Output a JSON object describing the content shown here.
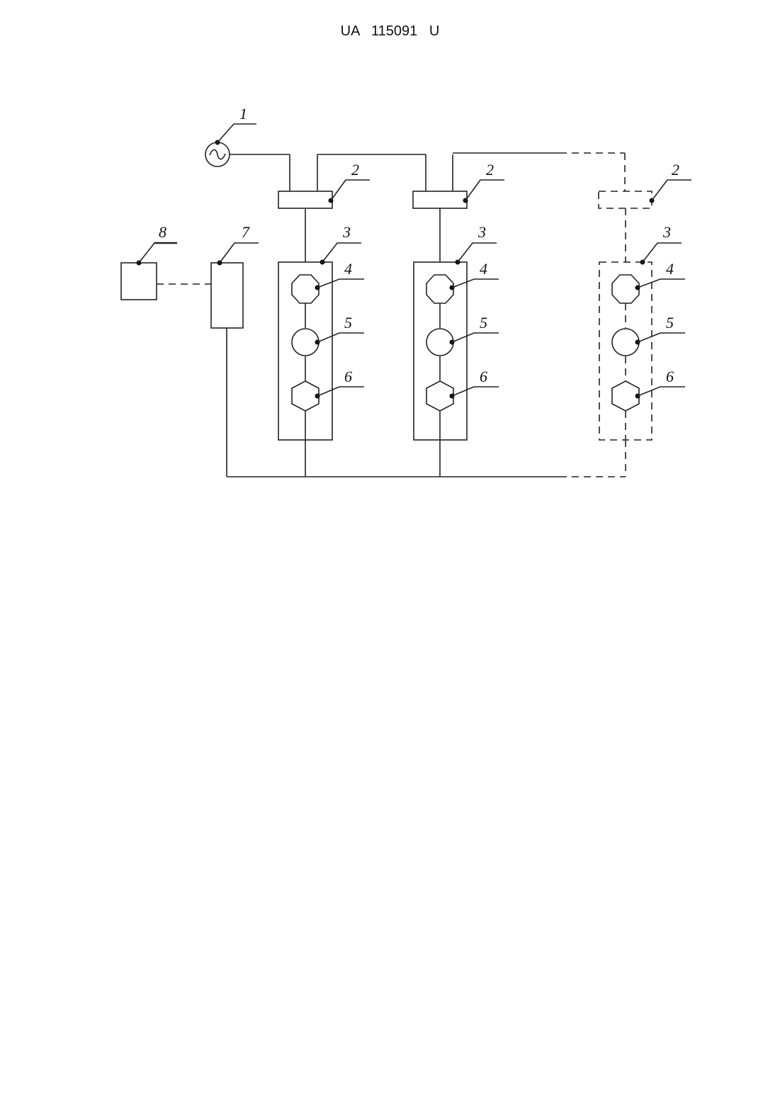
{
  "header": {
    "doc_number": "UA   115091   U"
  },
  "labels": {
    "l1": "1",
    "l2": "2",
    "l3": "3",
    "l4": "4",
    "l5": "5",
    "l6": "6",
    "l7": "7",
    "l8": "8"
  }
}
